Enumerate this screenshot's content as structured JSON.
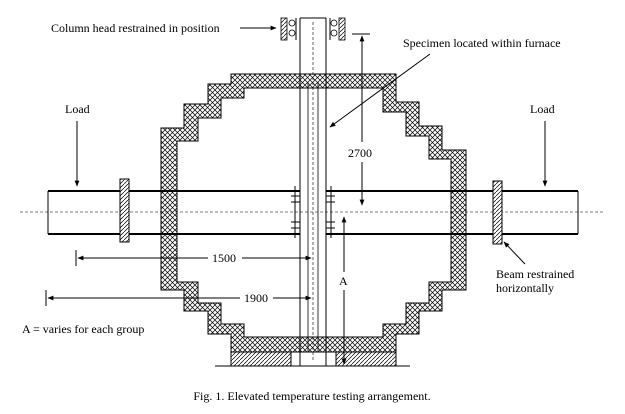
{
  "labels": {
    "column_head": "Column head restrained in position",
    "specimen": "Specimen located within furnace",
    "load_left": "Load",
    "load_right": "Load",
    "beam_restrained_line1": "Beam restrained",
    "beam_restrained_line2": "horizontally",
    "a_note": "A = varies for each group"
  },
  "dimensions": {
    "height": "2700",
    "span_1500": "1500",
    "span_1900": "1900",
    "a": "A"
  },
  "caption": "Fig. 1. Elevated temperature testing arrangement."
}
